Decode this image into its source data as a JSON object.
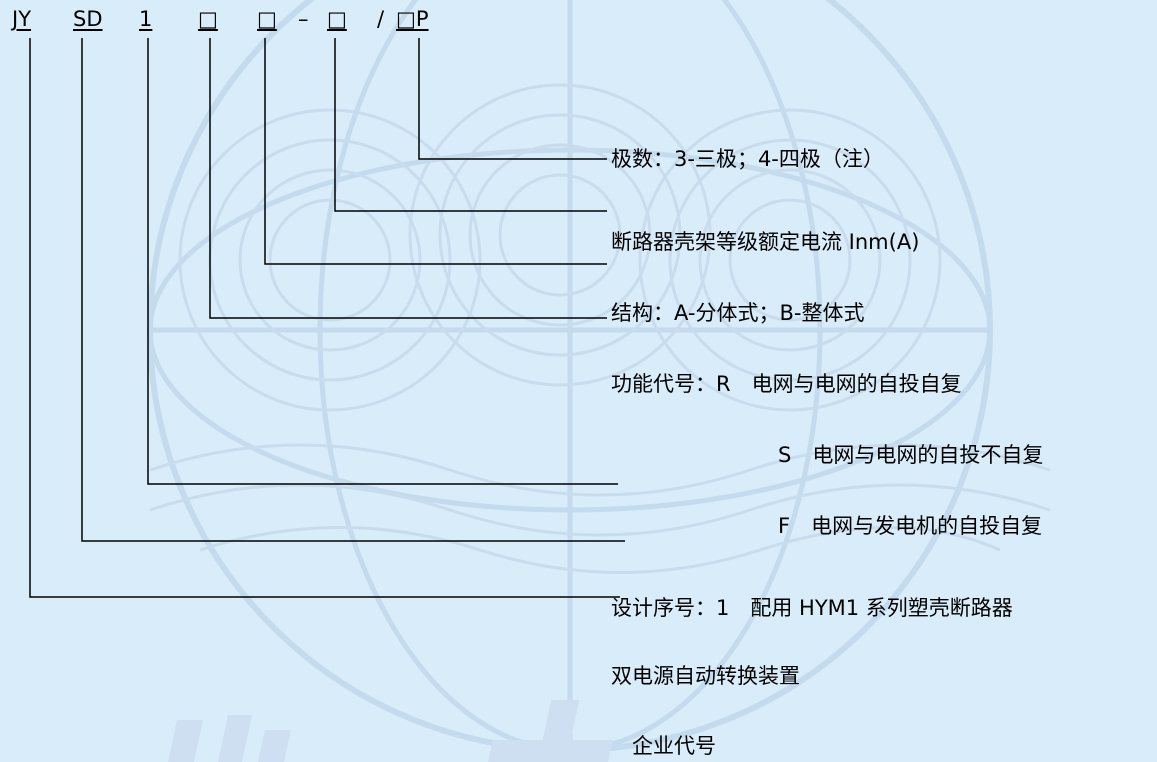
{
  "code": {
    "parts": [
      "JY",
      "SD",
      "1",
      "□",
      "□",
      "–",
      "□",
      "/",
      "□P"
    ]
  },
  "labels": {
    "poles": "极数：3-三极；4-四极（注）",
    "frame_current": "断路器壳架等级额定电流 Inm(A)",
    "structure": "结构：A-分体式；B-整体式",
    "function_r": "功能代号：R　电网与电网的自投自复",
    "function_s": "S　电网与电网的自投不自复",
    "function_f": "F　电网与发电机的自投自复",
    "design_no": "设计序号：1　配用 HYM1 系列塑壳断路器",
    "product": "双电源自动转换装置",
    "company": "企业代号"
  },
  "colors": {
    "background": "#d9ecf9",
    "watermark": "#c3d9ec",
    "text": "#000000"
  }
}
